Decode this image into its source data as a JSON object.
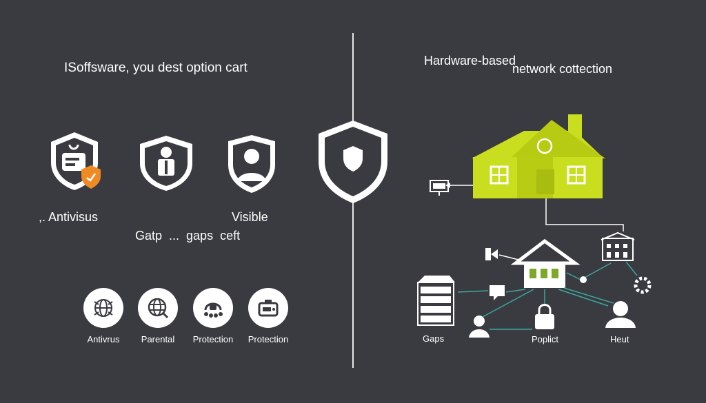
{
  "left": {
    "title": "ISoffsware, you dest option cart",
    "label_antivirus": ",. Antivisus",
    "label_visible": "Visible",
    "label_gaps": "Gatp  ...  gaps  ceft",
    "circles": [
      {
        "label": "Antivrus",
        "icon": "globe-bug-icon"
      },
      {
        "label": "Parental",
        "icon": "globe-icon"
      },
      {
        "label": "Protection",
        "icon": "network-icon"
      },
      {
        "label": "Protection",
        "icon": "router-icon"
      }
    ]
  },
  "right": {
    "title_line1": "Hardware-based",
    "title_line2": "network cottection",
    "label_gaps": "Gaps",
    "label_poplict": "Poplict",
    "label_heut": "Heut"
  },
  "colors": {
    "background": "#3a3b40",
    "accent_green": "#c9de1f",
    "accent_orange": "#f08a24",
    "teal_lines": "#3aa6a0",
    "icon_dark": "#3a3b40"
  }
}
